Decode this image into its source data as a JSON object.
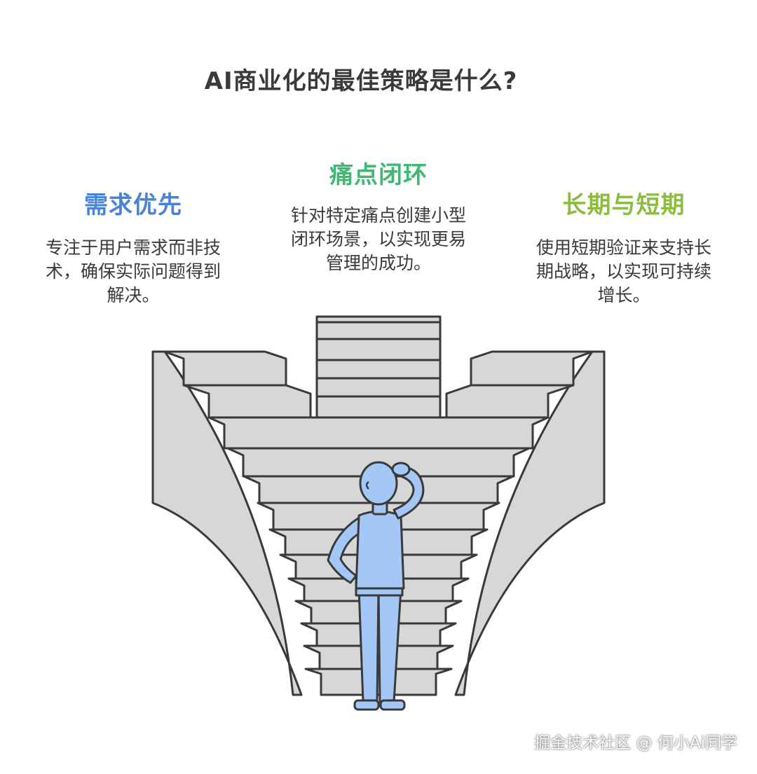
{
  "title": "AI商业化的最佳策略是什么?",
  "columns": [
    {
      "heading": "需求优先",
      "color": "#4a82d6",
      "lines": [
        "专注于用户需求而非技",
        "术，确保实际问题得到",
        "解决。"
      ]
    },
    {
      "heading": "痛点闭环",
      "color": "#3fb873",
      "lines": [
        "针对特定痛点创建小型",
        "闭环场景，以实现更易",
        "管理的成功。"
      ]
    },
    {
      "heading": "长期与短期",
      "color": "#8cbd3f",
      "lines": [
        "使用短期验证来支持长",
        "期战略，以实现可持续",
        "增长。"
      ]
    }
  ],
  "illustration": {
    "stair_color": "#d7d7d7",
    "outline_color": "#3a3a3a",
    "figure_color": "#a3c8f7"
  },
  "watermark": "掘金技术社区 @ 何小Ai同学"
}
